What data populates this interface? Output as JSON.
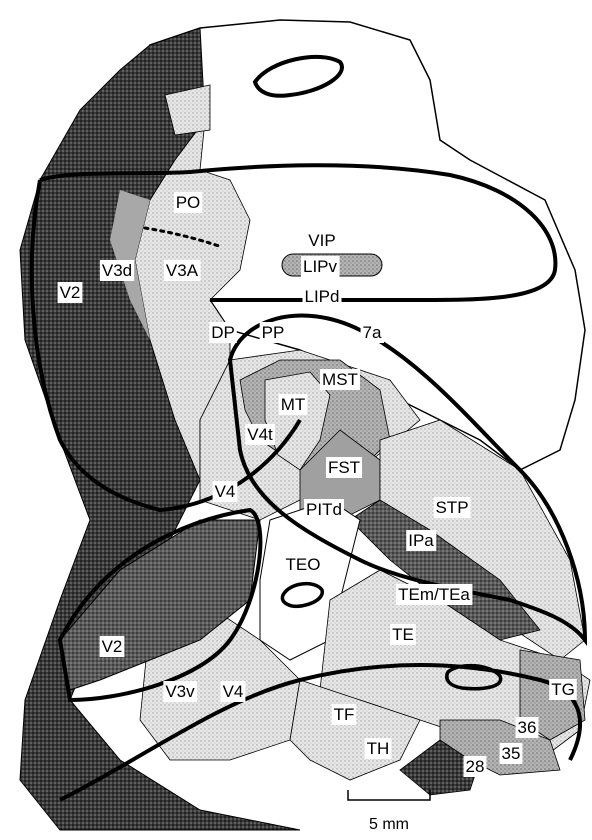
{
  "labels": {
    "po": "PO",
    "v3d": "V3d",
    "v3a": "V3A",
    "v2_upper": "V2",
    "vip": "VIP",
    "lipv": "LIPv",
    "lipd": "LIPd",
    "dp": "DP",
    "pp": "PP",
    "a7": "7a",
    "mst": "MST",
    "mt": "MT",
    "v4t": "V4t",
    "fst": "FST",
    "v4_upper": "V4",
    "pitd": "PITd",
    "stp": "STP",
    "ipa": "IPa",
    "teo": "TEO",
    "tem_tea": "TEm/TEa",
    "v2_lower": "V2",
    "te": "TE",
    "tg": "TG",
    "v3v": "V3v",
    "v4_lower": "V4",
    "tf": "TF",
    "a36": "36",
    "th": "TH",
    "a35": "35",
    "a28": "28"
  },
  "scale_bar": {
    "label": "5 mm"
  },
  "colors": {
    "outline": "#000000",
    "v2_fill": "#3f3f3f",
    "dark_stipple": "#6e6e6e",
    "mid_gray": "#9a9a9a",
    "light_stipple": "#cfcfcf",
    "very_light": "#e6e6e6",
    "background": "#ffffff"
  }
}
